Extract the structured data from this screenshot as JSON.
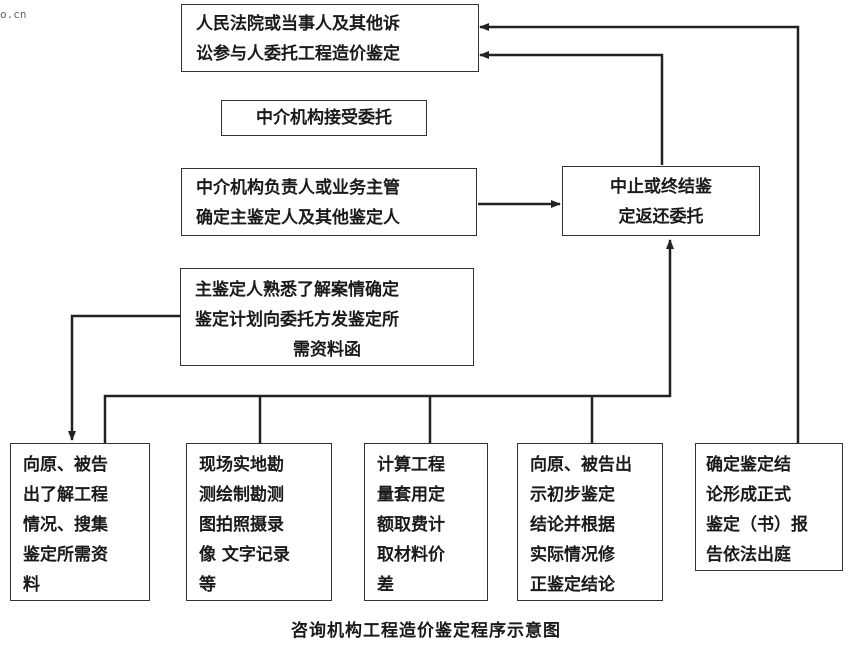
{
  "watermark": "o.cn",
  "nodes": {
    "court": [
      "人民法院或当事人及其他诉",
      "讼参与人委托工程造价鉴定"
    ],
    "accept": [
      "中介机构接受委托"
    ],
    "assign": [
      "中介机构负责人或业务主管",
      "确定主鉴定人及其他鉴定人"
    ],
    "terminate": [
      "中止或终结鉴",
      "定返还委托"
    ],
    "plan": [
      "主鉴定人熟悉了解案情确定",
      "鉴定计划向委托方发鉴定所",
      "需资料函"
    ],
    "step1": [
      "向原、被告",
      "出了解工程",
      "情况、搜集",
      "鉴定所需资",
      "料"
    ],
    "step2": [
      "现场实地勘",
      "测绘制勘测",
      "图拍照摄录",
      "像 文字记录",
      "等"
    ],
    "step3": [
      "计算工程",
      "量套用定",
      "额取费计",
      "取材料价",
      "差"
    ],
    "step4": [
      "向原、被告出",
      "示初步鉴定",
      "结论并根据",
      "实际情况修",
      "正鉴定结论"
    ],
    "final": [
      "确定鉴定结",
      "论形成正式",
      "鉴定（书）报",
      "告依法出庭"
    ]
  },
  "caption": "咨询机构工程造价鉴定程序示意图"
}
